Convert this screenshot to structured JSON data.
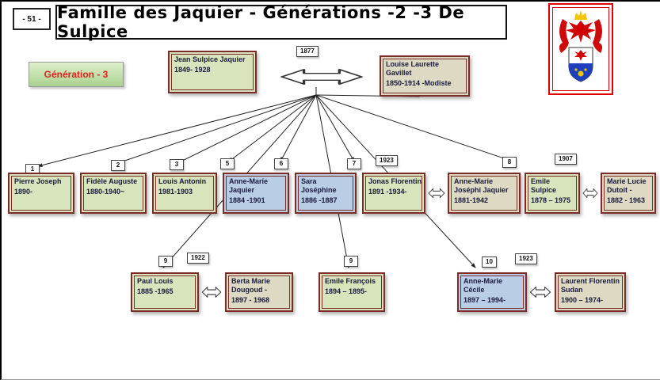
{
  "page": {
    "corner_label": "- 51 -",
    "title": "Famille des Jaquier - Générations -2 -3 De Sulpice",
    "generation_label": "Génération - 3"
  },
  "colors": {
    "box_border": "#7b2c27",
    "box_green": "#d7e4bc",
    "box_blue": "#b9cde5",
    "box_tan": "#ddd9c3",
    "badge_text": "#e01f1f",
    "crest_border": "#e30000"
  },
  "parents": {
    "marriage_year": "1877",
    "father": {
      "name": "Jean Sulpice Jaquier",
      "dates": "1849- 1928"
    },
    "mother": {
      "name": "Louise Laurette Gavillet",
      "dates": "1850-1914 -Modiste"
    }
  },
  "children_row1": [
    {
      "num": "1",
      "name": "Pierre Joseph",
      "dates": "1890-",
      "color": "green"
    },
    {
      "num": "2",
      "name": "Fidèle Auguste",
      "dates": "1880-1940~",
      "color": "green"
    },
    {
      "num": "3",
      "name": "Louis Antonin",
      "dates": "1981-1903",
      "color": "green"
    },
    {
      "num": "5",
      "name": "Anne-Marie Jaquier",
      "dates": "1884 -1901",
      "color": "blue"
    },
    {
      "num": "6",
      "name": "Sara Joséphine",
      "dates": "1886 -1887",
      "color": "blue"
    },
    {
      "num": "7",
      "name": "Jonas Florentin",
      "dates": "1891 -1934-",
      "color": "green",
      "marriage_year": "1923",
      "spouse": {
        "name": "Anne-Marie Joséphi Jaquier",
        "dates": "1881-1942"
      }
    },
    {
      "num": "8",
      "name": "Emile Sulpice",
      "dates": "1878 – 1975",
      "color": "green",
      "marriage_year": "1907",
      "spouse": {
        "name": "Marie Lucie Dutoit -",
        "dates": "1882 - 1963"
      }
    }
  ],
  "children_row2": [
    {
      "num": "9",
      "name": "Paul Louis",
      "dates": "1885 -1965",
      "color": "green",
      "marriage_year": "1922",
      "spouse": {
        "name": "Berta Marie Dougoud -",
        "dates": "1897 - 1968"
      }
    },
    {
      "num": "9",
      "name": "Emile François",
      "dates": "1894 – 1895-",
      "color": "green"
    },
    {
      "num": "10",
      "name": "Anne-Marie Cécile",
      "dates": "1897 – 1994-",
      "color": "blue",
      "marriage_year": "1923",
      "spouse": {
        "name": "Laurent Florentin Sudan",
        "dates": "1900 – 1974-"
      }
    }
  ]
}
